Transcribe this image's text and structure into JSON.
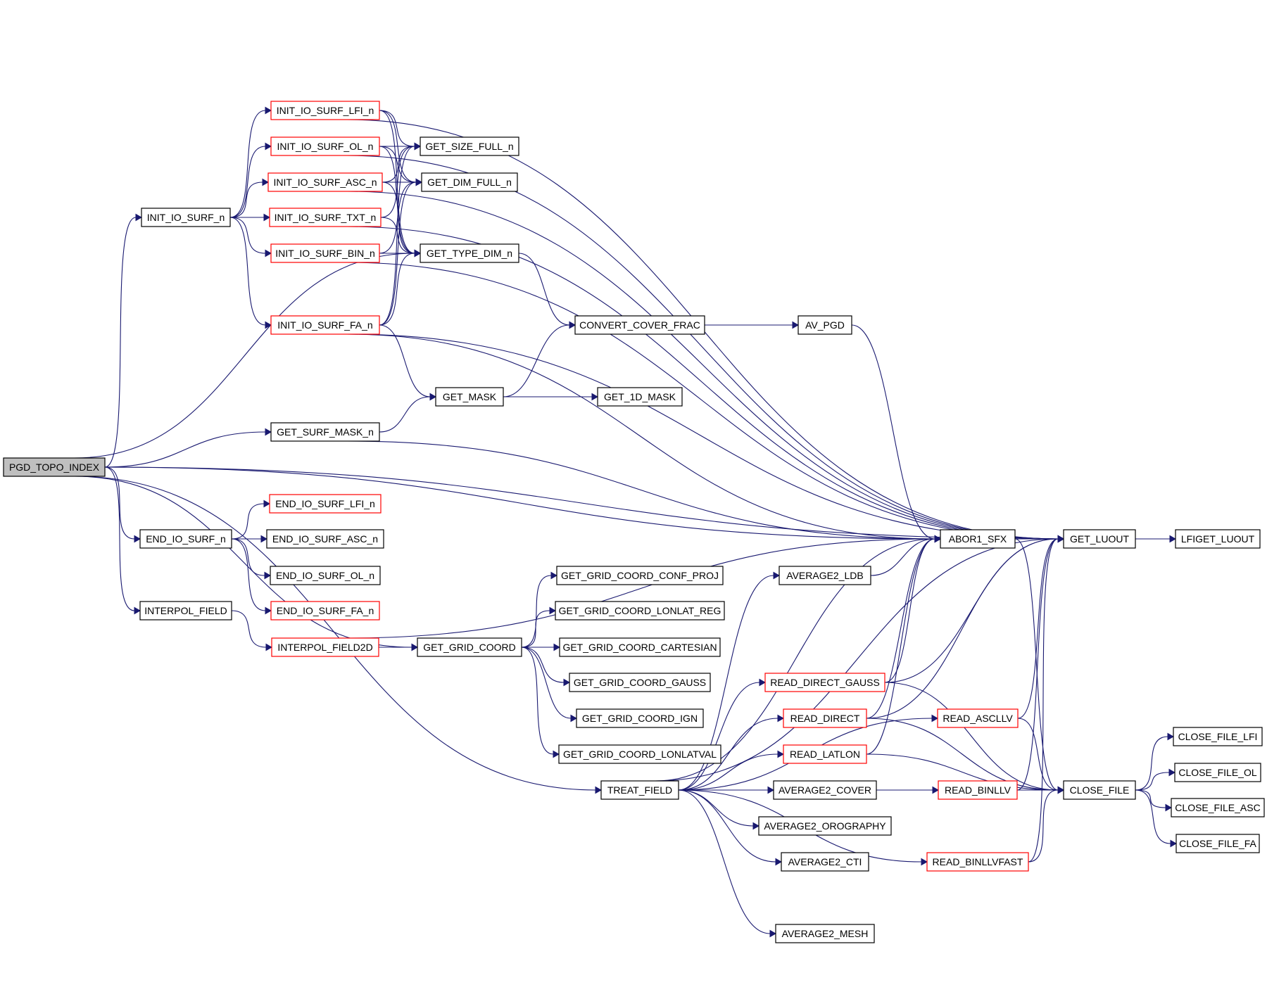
{
  "diagram": {
    "title": "",
    "colors": {
      "edge": "#191970",
      "node_border": "#000000",
      "truncated_border": "#ff0000",
      "root_fill": "#bfbfbf",
      "node_fill": "#ffffff"
    },
    "nodes": [
      {
        "id": "PGD_TOPO_INDEX",
        "label": "PGD_TOPO_INDEX",
        "root": true,
        "truncated": false
      },
      {
        "id": "INIT_IO_SURF_n",
        "label": "INIT_IO_SURF_n",
        "truncated": false
      },
      {
        "id": "INIT_IO_SURF_LFI_n",
        "label": "INIT_IO_SURF_LFI_n",
        "truncated": true
      },
      {
        "id": "INIT_IO_SURF_OL_n",
        "label": "INIT_IO_SURF_OL_n",
        "truncated": true
      },
      {
        "id": "INIT_IO_SURF_ASC_n",
        "label": "INIT_IO_SURF_ASC_n",
        "truncated": true
      },
      {
        "id": "INIT_IO_SURF_TXT_n",
        "label": "INIT_IO_SURF_TXT_n",
        "truncated": true
      },
      {
        "id": "INIT_IO_SURF_BIN_n",
        "label": "INIT_IO_SURF_BIN_n",
        "truncated": true
      },
      {
        "id": "INIT_IO_SURF_FA_n",
        "label": "INIT_IO_SURF_FA_n",
        "truncated": true
      },
      {
        "id": "GET_SIZE_FULL_n",
        "label": "GET_SIZE_FULL_n",
        "truncated": false
      },
      {
        "id": "GET_DIM_FULL_n",
        "label": "GET_DIM_FULL_n",
        "truncated": false
      },
      {
        "id": "GET_TYPE_DIM_n",
        "label": "GET_TYPE_DIM_n",
        "truncated": false
      },
      {
        "id": "CONVERT_COVER_FRAC",
        "label": "CONVERT_COVER_FRAC",
        "truncated": false
      },
      {
        "id": "AV_PGD",
        "label": "AV_PGD",
        "truncated": false
      },
      {
        "id": "GET_MASK",
        "label": "GET_MASK",
        "truncated": false
      },
      {
        "id": "GET_1D_MASK",
        "label": "GET_1D_MASK",
        "truncated": false
      },
      {
        "id": "GET_SURF_MASK_n",
        "label": "GET_SURF_MASK_n",
        "truncated": false
      },
      {
        "id": "END_IO_SURF_n",
        "label": "END_IO_SURF_n",
        "truncated": false
      },
      {
        "id": "END_IO_SURF_LFI_n",
        "label": "END_IO_SURF_LFI_n",
        "truncated": true
      },
      {
        "id": "END_IO_SURF_ASC_n",
        "label": "END_IO_SURF_ASC_n",
        "truncated": false
      },
      {
        "id": "END_IO_SURF_OL_n",
        "label": "END_IO_SURF_OL_n",
        "truncated": false
      },
      {
        "id": "END_IO_SURF_FA_n",
        "label": "END_IO_SURF_FA_n",
        "truncated": true
      },
      {
        "id": "INTERPOL_FIELD",
        "label": "INTERPOL_FIELD",
        "truncated": false
      },
      {
        "id": "INTERPOL_FIELD2D",
        "label": "INTERPOL_FIELD2D",
        "truncated": true
      },
      {
        "id": "GET_GRID_COORD",
        "label": "GET_GRID_COORD",
        "truncated": false
      },
      {
        "id": "GET_GRID_COORD_CONF_PROJ",
        "label": "GET_GRID_COORD_CONF_PROJ",
        "truncated": false
      },
      {
        "id": "GET_GRID_COORD_LONLAT_REG",
        "label": "GET_GRID_COORD_LONLAT_REG",
        "truncated": false
      },
      {
        "id": "GET_GRID_COORD_CARTESIAN",
        "label": "GET_GRID_COORD_CARTESIAN",
        "truncated": false
      },
      {
        "id": "GET_GRID_COORD_GAUSS",
        "label": "GET_GRID_COORD_GAUSS",
        "truncated": false
      },
      {
        "id": "GET_GRID_COORD_IGN",
        "label": "GET_GRID_COORD_IGN",
        "truncated": false
      },
      {
        "id": "GET_GRID_COORD_LONLATVAL",
        "label": "GET_GRID_COORD_LONLATVAL",
        "truncated": false
      },
      {
        "id": "TREAT_FIELD",
        "label": "TREAT_FIELD",
        "truncated": false
      },
      {
        "id": "AVERAGE2_LDB",
        "label": "AVERAGE2_LDB",
        "truncated": false
      },
      {
        "id": "READ_DIRECT_GAUSS",
        "label": "READ_DIRECT_GAUSS",
        "truncated": true
      },
      {
        "id": "READ_DIRECT",
        "label": "READ_DIRECT",
        "truncated": true
      },
      {
        "id": "READ_LATLON",
        "label": "READ_LATLON",
        "truncated": true
      },
      {
        "id": "AVERAGE2_COVER",
        "label": "AVERAGE2_COVER",
        "truncated": false
      },
      {
        "id": "AVERAGE2_OROGRAPHY",
        "label": "AVERAGE2_OROGRAPHY",
        "truncated": false
      },
      {
        "id": "AVERAGE2_CTI",
        "label": "AVERAGE2_CTI",
        "truncated": false
      },
      {
        "id": "AVERAGE2_MESH",
        "label": "AVERAGE2_MESH",
        "truncated": false
      },
      {
        "id": "ABOR1_SFX",
        "label": "ABOR1_SFX",
        "truncated": false
      },
      {
        "id": "GET_LUOUT",
        "label": "GET_LUOUT",
        "truncated": false
      },
      {
        "id": "LFIGET_LUOUT",
        "label": "LFIGET_LUOUT",
        "truncated": false
      },
      {
        "id": "READ_ASCLLV",
        "label": "READ_ASCLLV",
        "truncated": true
      },
      {
        "id": "READ_BINLLV",
        "label": "READ_BINLLV",
        "truncated": true
      },
      {
        "id": "READ_BINLLVFAST",
        "label": "READ_BINLLVFAST",
        "truncated": true
      },
      {
        "id": "CLOSE_FILE",
        "label": "CLOSE_FILE",
        "truncated": false
      },
      {
        "id": "CLOSE_FILE_LFI",
        "label": "CLOSE_FILE_LFI",
        "truncated": false
      },
      {
        "id": "CLOSE_FILE_OL",
        "label": "CLOSE_FILE_OL",
        "truncated": false
      },
      {
        "id": "CLOSE_FILE_ASC",
        "label": "CLOSE_FILE_ASC",
        "truncated": false
      },
      {
        "id": "CLOSE_FILE_FA",
        "label": "CLOSE_FILE_FA",
        "truncated": false
      }
    ],
    "edges": [
      [
        "PGD_TOPO_INDEX",
        "INIT_IO_SURF_n"
      ],
      [
        "PGD_TOPO_INDEX",
        "GET_SURF_MASK_n"
      ],
      [
        "PGD_TOPO_INDEX",
        "END_IO_SURF_n"
      ],
      [
        "PGD_TOPO_INDEX",
        "INTERPOL_FIELD"
      ],
      [
        "PGD_TOPO_INDEX",
        "GET_GRID_COORD"
      ],
      [
        "PGD_TOPO_INDEX",
        "TREAT_FIELD"
      ],
      [
        "PGD_TOPO_INDEX",
        "ABOR1_SFX"
      ],
      [
        "PGD_TOPO_INDEX",
        "GET_LUOUT"
      ],
      [
        "PGD_TOPO_INDEX",
        "GET_TYPE_DIM_n"
      ],
      [
        "INIT_IO_SURF_n",
        "INIT_IO_SURF_LFI_n"
      ],
      [
        "INIT_IO_SURF_n",
        "INIT_IO_SURF_OL_n"
      ],
      [
        "INIT_IO_SURF_n",
        "INIT_IO_SURF_ASC_n"
      ],
      [
        "INIT_IO_SURF_n",
        "INIT_IO_SURF_TXT_n"
      ],
      [
        "INIT_IO_SURF_n",
        "INIT_IO_SURF_BIN_n"
      ],
      [
        "INIT_IO_SURF_n",
        "INIT_IO_SURF_FA_n"
      ],
      [
        "INIT_IO_SURF_LFI_n",
        "GET_SIZE_FULL_n"
      ],
      [
        "INIT_IO_SURF_LFI_n",
        "GET_DIM_FULL_n"
      ],
      [
        "INIT_IO_SURF_LFI_n",
        "GET_TYPE_DIM_n"
      ],
      [
        "INIT_IO_SURF_LFI_n",
        "GET_LUOUT"
      ],
      [
        "INIT_IO_SURF_OL_n",
        "GET_SIZE_FULL_n"
      ],
      [
        "INIT_IO_SURF_OL_n",
        "GET_DIM_FULL_n"
      ],
      [
        "INIT_IO_SURF_OL_n",
        "GET_TYPE_DIM_n"
      ],
      [
        "INIT_IO_SURF_OL_n",
        "GET_LUOUT"
      ],
      [
        "INIT_IO_SURF_ASC_n",
        "GET_SIZE_FULL_n"
      ],
      [
        "INIT_IO_SURF_ASC_n",
        "GET_DIM_FULL_n"
      ],
      [
        "INIT_IO_SURF_ASC_n",
        "GET_TYPE_DIM_n"
      ],
      [
        "INIT_IO_SURF_ASC_n",
        "GET_LUOUT"
      ],
      [
        "INIT_IO_SURF_TXT_n",
        "GET_SIZE_FULL_n"
      ],
      [
        "INIT_IO_SURF_TXT_n",
        "GET_TYPE_DIM_n"
      ],
      [
        "INIT_IO_SURF_TXT_n",
        "GET_LUOUT"
      ],
      [
        "INIT_IO_SURF_BIN_n",
        "GET_DIM_FULL_n"
      ],
      [
        "INIT_IO_SURF_BIN_n",
        "GET_TYPE_DIM_n"
      ],
      [
        "INIT_IO_SURF_BIN_n",
        "GET_LUOUT"
      ],
      [
        "INIT_IO_SURF_FA_n",
        "GET_SIZE_FULL_n"
      ],
      [
        "INIT_IO_SURF_FA_n",
        "GET_DIM_FULL_n"
      ],
      [
        "INIT_IO_SURF_FA_n",
        "GET_TYPE_DIM_n"
      ],
      [
        "INIT_IO_SURF_FA_n",
        "GET_MASK"
      ],
      [
        "INIT_IO_SURF_FA_n",
        "ABOR1_SFX"
      ],
      [
        "INIT_IO_SURF_FA_n",
        "GET_LUOUT"
      ],
      [
        "GET_TYPE_DIM_n",
        "CONVERT_COVER_FRAC"
      ],
      [
        "CONVERT_COVER_FRAC",
        "AV_PGD"
      ],
      [
        "AV_PGD",
        "ABOR1_SFX"
      ],
      [
        "GET_MASK",
        "CONVERT_COVER_FRAC"
      ],
      [
        "GET_MASK",
        "GET_1D_MASK"
      ],
      [
        "GET_SURF_MASK_n",
        "GET_MASK"
      ],
      [
        "GET_SURF_MASK_n",
        "ABOR1_SFX"
      ],
      [
        "END_IO_SURF_n",
        "END_IO_SURF_LFI_n"
      ],
      [
        "END_IO_SURF_n",
        "END_IO_SURF_ASC_n"
      ],
      [
        "END_IO_SURF_n",
        "END_IO_SURF_OL_n"
      ],
      [
        "END_IO_SURF_n",
        "END_IO_SURF_FA_n"
      ],
      [
        "INTERPOL_FIELD",
        "INTERPOL_FIELD2D"
      ],
      [
        "INTERPOL_FIELD2D",
        "GET_GRID_COORD"
      ],
      [
        "INTERPOL_FIELD2D",
        "ABOR1_SFX"
      ],
      [
        "GET_GRID_COORD",
        "GET_GRID_COORD_CONF_PROJ"
      ],
      [
        "GET_GRID_COORD",
        "GET_GRID_COORD_LONLAT_REG"
      ],
      [
        "GET_GRID_COORD",
        "GET_GRID_COORD_CARTESIAN"
      ],
      [
        "GET_GRID_COORD",
        "GET_GRID_COORD_GAUSS"
      ],
      [
        "GET_GRID_COORD",
        "GET_GRID_COORD_IGN"
      ],
      [
        "GET_GRID_COORD",
        "GET_GRID_COORD_LONLATVAL"
      ],
      [
        "TREAT_FIELD",
        "AVERAGE2_LDB"
      ],
      [
        "TREAT_FIELD",
        "READ_DIRECT_GAUSS"
      ],
      [
        "TREAT_FIELD",
        "READ_DIRECT"
      ],
      [
        "TREAT_FIELD",
        "READ_LATLON"
      ],
      [
        "TREAT_FIELD",
        "AVERAGE2_COVER"
      ],
      [
        "TREAT_FIELD",
        "AVERAGE2_OROGRAPHY"
      ],
      [
        "TREAT_FIELD",
        "AVERAGE2_CTI"
      ],
      [
        "TREAT_FIELD",
        "AVERAGE2_MESH"
      ],
      [
        "TREAT_FIELD",
        "ABOR1_SFX"
      ],
      [
        "TREAT_FIELD",
        "GET_LUOUT"
      ],
      [
        "TREAT_FIELD",
        "READ_ASCLLV"
      ],
      [
        "TREAT_FIELD",
        "READ_BINLLV"
      ],
      [
        "TREAT_FIELD",
        "READ_BINLLVFAST"
      ],
      [
        "AVERAGE2_LDB",
        "ABOR1_SFX"
      ],
      [
        "READ_DIRECT_GAUSS",
        "ABOR1_SFX"
      ],
      [
        "READ_DIRECT_GAUSS",
        "GET_LUOUT"
      ],
      [
        "READ_DIRECT_GAUSS",
        "CLOSE_FILE"
      ],
      [
        "READ_DIRECT",
        "ABOR1_SFX"
      ],
      [
        "READ_DIRECT",
        "GET_LUOUT"
      ],
      [
        "READ_DIRECT",
        "CLOSE_FILE"
      ],
      [
        "READ_LATLON",
        "ABOR1_SFX"
      ],
      [
        "READ_LATLON",
        "CLOSE_FILE"
      ],
      [
        "READ_ASCLLV",
        "GET_LUOUT"
      ],
      [
        "READ_ASCLLV",
        "CLOSE_FILE"
      ],
      [
        "READ_BINLLV",
        "GET_LUOUT"
      ],
      [
        "READ_BINLLV",
        "CLOSE_FILE"
      ],
      [
        "READ_BINLLVFAST",
        "GET_LUOUT"
      ],
      [
        "READ_BINLLVFAST",
        "CLOSE_FILE"
      ],
      [
        "ABOR1_SFX",
        "GET_LUOUT"
      ],
      [
        "ABOR1_SFX",
        "CLOSE_FILE"
      ],
      [
        "GET_LUOUT",
        "LFIGET_LUOUT"
      ],
      [
        "CLOSE_FILE",
        "CLOSE_FILE_LFI"
      ],
      [
        "CLOSE_FILE",
        "CLOSE_FILE_OL"
      ],
      [
        "CLOSE_FILE",
        "CLOSE_FILE_ASC"
      ],
      [
        "CLOSE_FILE",
        "CLOSE_FILE_FA"
      ]
    ]
  }
}
